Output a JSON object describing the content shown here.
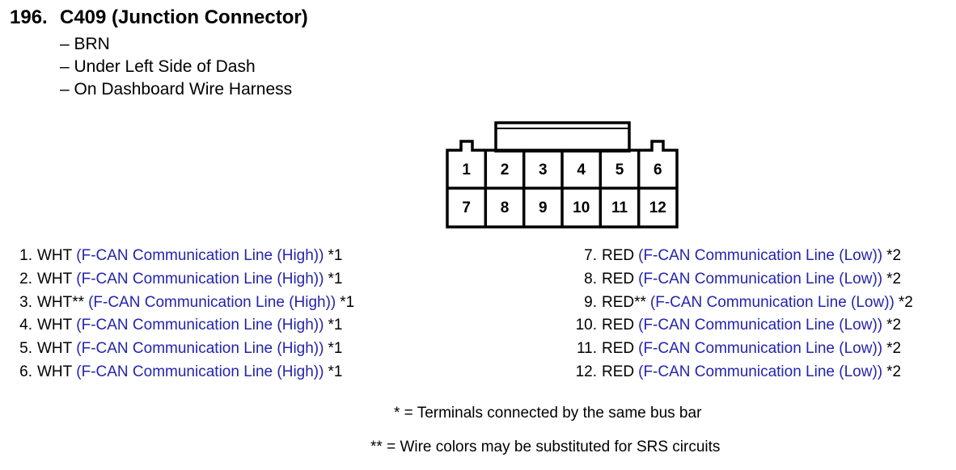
{
  "header": {
    "number": "196.",
    "title": "C409 (Junction Connector)",
    "details": [
      "– BRN",
      "– Under Left Side of Dash",
      "– On Dashboard Wire Harness"
    ]
  },
  "connector": {
    "top_row": [
      "1",
      "2",
      "3",
      "4",
      "5",
      "6"
    ],
    "bottom_row": [
      "7",
      "8",
      "9",
      "10",
      "11",
      "12"
    ]
  },
  "pins_left": [
    {
      "num": "1.",
      "color": "WHT",
      "desc": "(F-CAN Communication Line (High))",
      "mark": "*1"
    },
    {
      "num": "2.",
      "color": "WHT",
      "desc": "(F-CAN Communication Line (High))",
      "mark": "*1"
    },
    {
      "num": "3.",
      "color": "WHT**",
      "desc": "(F-CAN Communication Line (High))",
      "mark": "*1"
    },
    {
      "num": "4.",
      "color": "WHT",
      "desc": "(F-CAN Communication Line (High))",
      "mark": "*1"
    },
    {
      "num": "5.",
      "color": "WHT",
      "desc": "(F-CAN Communication Line (High))",
      "mark": "*1"
    },
    {
      "num": "6.",
      "color": "WHT",
      "desc": "(F-CAN Communication Line (High))",
      "mark": "*1"
    }
  ],
  "pins_right": [
    {
      "num": "7.",
      "color": "RED",
      "desc": "(F-CAN Communication Line (Low))",
      "mark": "*2"
    },
    {
      "num": "8.",
      "color": "RED",
      "desc": "(F-CAN Communication Line (Low))",
      "mark": "*2"
    },
    {
      "num": "9.",
      "color": "RED**",
      "desc": "(F-CAN Communication Line (Low))",
      "mark": "*2"
    },
    {
      "num": "10.",
      "color": "RED",
      "desc": "(F-CAN Communication Line (Low))",
      "mark": "*2"
    },
    {
      "num": "11.",
      "color": "RED",
      "desc": "(F-CAN Communication Line (Low))",
      "mark": "*2"
    },
    {
      "num": "12.",
      "color": "RED",
      "desc": "(F-CAN Communication Line (Low))",
      "mark": "*2"
    }
  ],
  "notes": {
    "bus_bar": "* = Terminals connected by the same bus bar",
    "wire_colors": "** = Wire colors may be substituted for SRS circuits"
  },
  "colors": {
    "description_text": "#2323b4",
    "text": "#000000"
  }
}
